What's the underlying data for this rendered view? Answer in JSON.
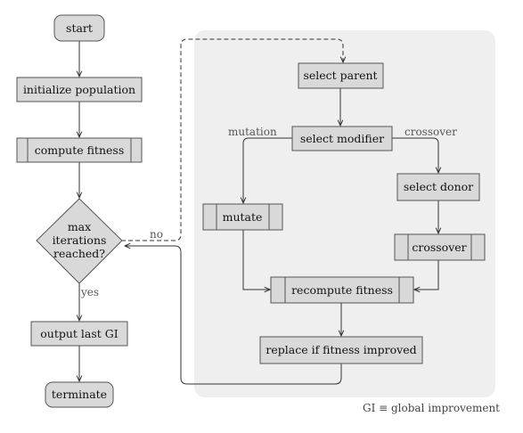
{
  "nodes": {
    "start": "start",
    "init_population": "initialize population",
    "compute_fitness": "compute fitness",
    "max_iterations": [
      "max",
      "iterations",
      "reached?"
    ],
    "output_last_gi": "output last GI",
    "terminate": "terminate",
    "select_parent": "select parent",
    "select_modifier": "select modifier",
    "select_donor": "select donor",
    "mutate": "mutate",
    "crossover": "crossover",
    "recompute_fitness": "recompute fitness",
    "replace_if_improved": "replace if fitness improved"
  },
  "edge_labels": {
    "no": "no",
    "yes": "yes",
    "mutation": "mutation",
    "crossover": "crossover"
  },
  "footnote": "GI ≡ global improvement",
  "colors": {
    "node_fill": "#d9d9d9",
    "node_stroke": "#555555",
    "panel_fill": "#efefef"
  }
}
